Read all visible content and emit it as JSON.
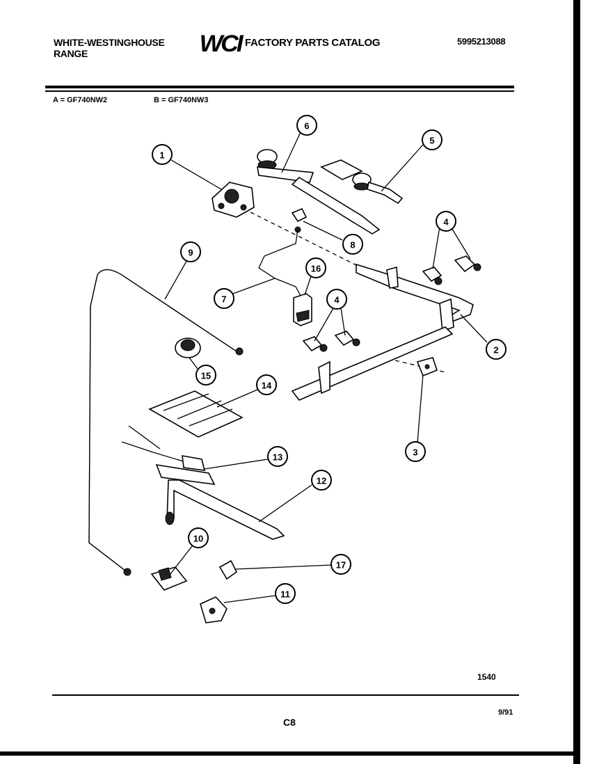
{
  "header": {
    "brand_line1": "WHITE-WESTINGHOUSE",
    "brand_line2": "RANGE",
    "logo": "WCI",
    "catalog_title": "FACTORY PARTS CATALOG",
    "catalog_number": "5995213088"
  },
  "models": {
    "a": "A = GF740NW2",
    "b": "B = GF740NW3"
  },
  "callouts": [
    "1",
    "2",
    "3",
    "4",
    "4",
    "5",
    "6",
    "7",
    "8",
    "9",
    "10",
    "11",
    "12",
    "13",
    "14",
    "15",
    "16",
    "17"
  ],
  "footer": {
    "figure_number": "1540",
    "page_code": "C8",
    "date": "9/91"
  }
}
